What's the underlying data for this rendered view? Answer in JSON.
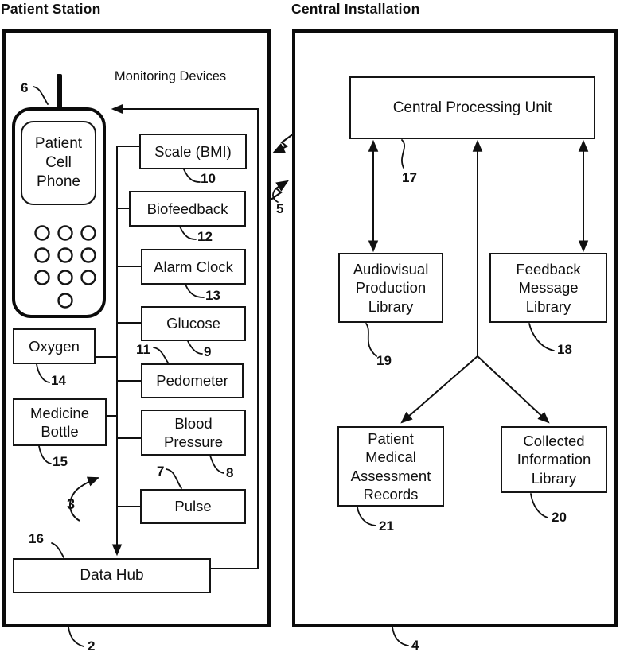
{
  "figure": {
    "patient_station": {
      "title": "Patient Station",
      "ref": "2",
      "monitoring_devices_label": "Monitoring Devices",
      "cell_phone": {
        "label": "Patient\nCell\nPhone",
        "ref": "6"
      },
      "devices": [
        {
          "label": "Scale (BMI)",
          "ref": "10"
        },
        {
          "label": "Biofeedback",
          "ref": "12"
        },
        {
          "label": "Alarm Clock",
          "ref": "13"
        },
        {
          "label": "Glucose",
          "ref": "9"
        },
        {
          "label": "Pedometer",
          "ref": "11"
        },
        {
          "label": "Blood\nPressure",
          "ref": "8"
        },
        {
          "label": "Pulse",
          "ref": "7"
        }
      ],
      "oxygen": {
        "label": "Oxygen",
        "ref": "14"
      },
      "medicine_bottle": {
        "label": "Medicine\nBottle",
        "ref": "15"
      },
      "data_hub": {
        "label": "Data Hub",
        "ref": "16"
      },
      "bus_ref": "3"
    },
    "wireless_link_ref": "5",
    "central_installation": {
      "title": "Central Installation",
      "ref": "4",
      "cpu": {
        "label": "Central Processing Unit",
        "ref": "17"
      },
      "audiovisual_production_library": {
        "label": "Audiovisual\nProduction\nLibrary",
        "ref": "19"
      },
      "feedback_message_library": {
        "label": "Feedback\nMessage\nLibrary",
        "ref": "18"
      },
      "patient_medical_assessment_records": {
        "label": "Patient\nMedical\nAssessment\nRecords",
        "ref": "21"
      },
      "collected_information_library": {
        "label": "Collected\nInformation\nLibrary",
        "ref": "20"
      }
    },
    "colors": {
      "ink": "#101010",
      "paper": "#ffffff"
    }
  }
}
